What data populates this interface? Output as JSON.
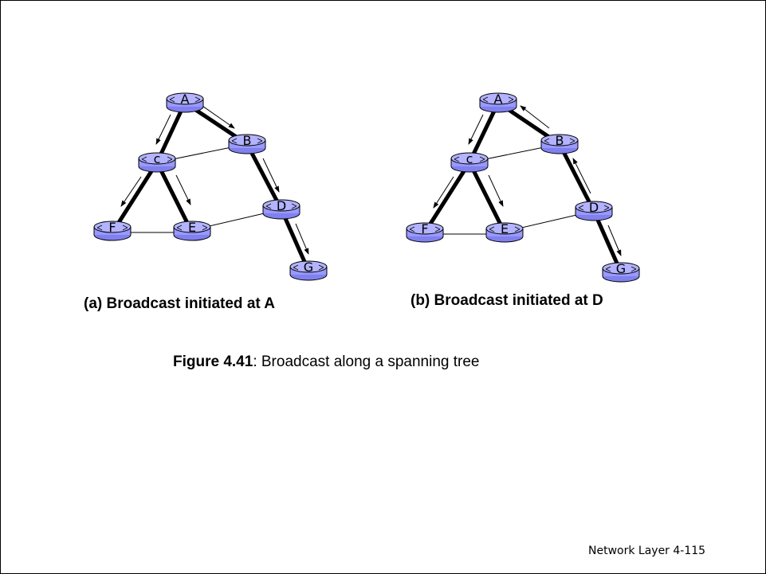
{
  "diagram_a": {
    "caption": "(a) Broadcast initiated at A",
    "nodes": {
      "A": "A",
      "B": "B",
      "C": "c",
      "D": "D",
      "E": "E",
      "F": "F",
      "G": "G"
    }
  },
  "diagram_b": {
    "caption": "(b) Broadcast initiated at D",
    "nodes": {
      "A": "A",
      "B": "B",
      "C": "c",
      "D": "D",
      "E": "E",
      "F": "F",
      "G": "G"
    }
  },
  "figure_caption": {
    "number": "Figure 4.41",
    "text": ": Broadcast along a spanning tree"
  },
  "footer": "Network Layer 4-115",
  "colors": {
    "router_fill": "#9999ff",
    "router_stroke": "#000000"
  }
}
